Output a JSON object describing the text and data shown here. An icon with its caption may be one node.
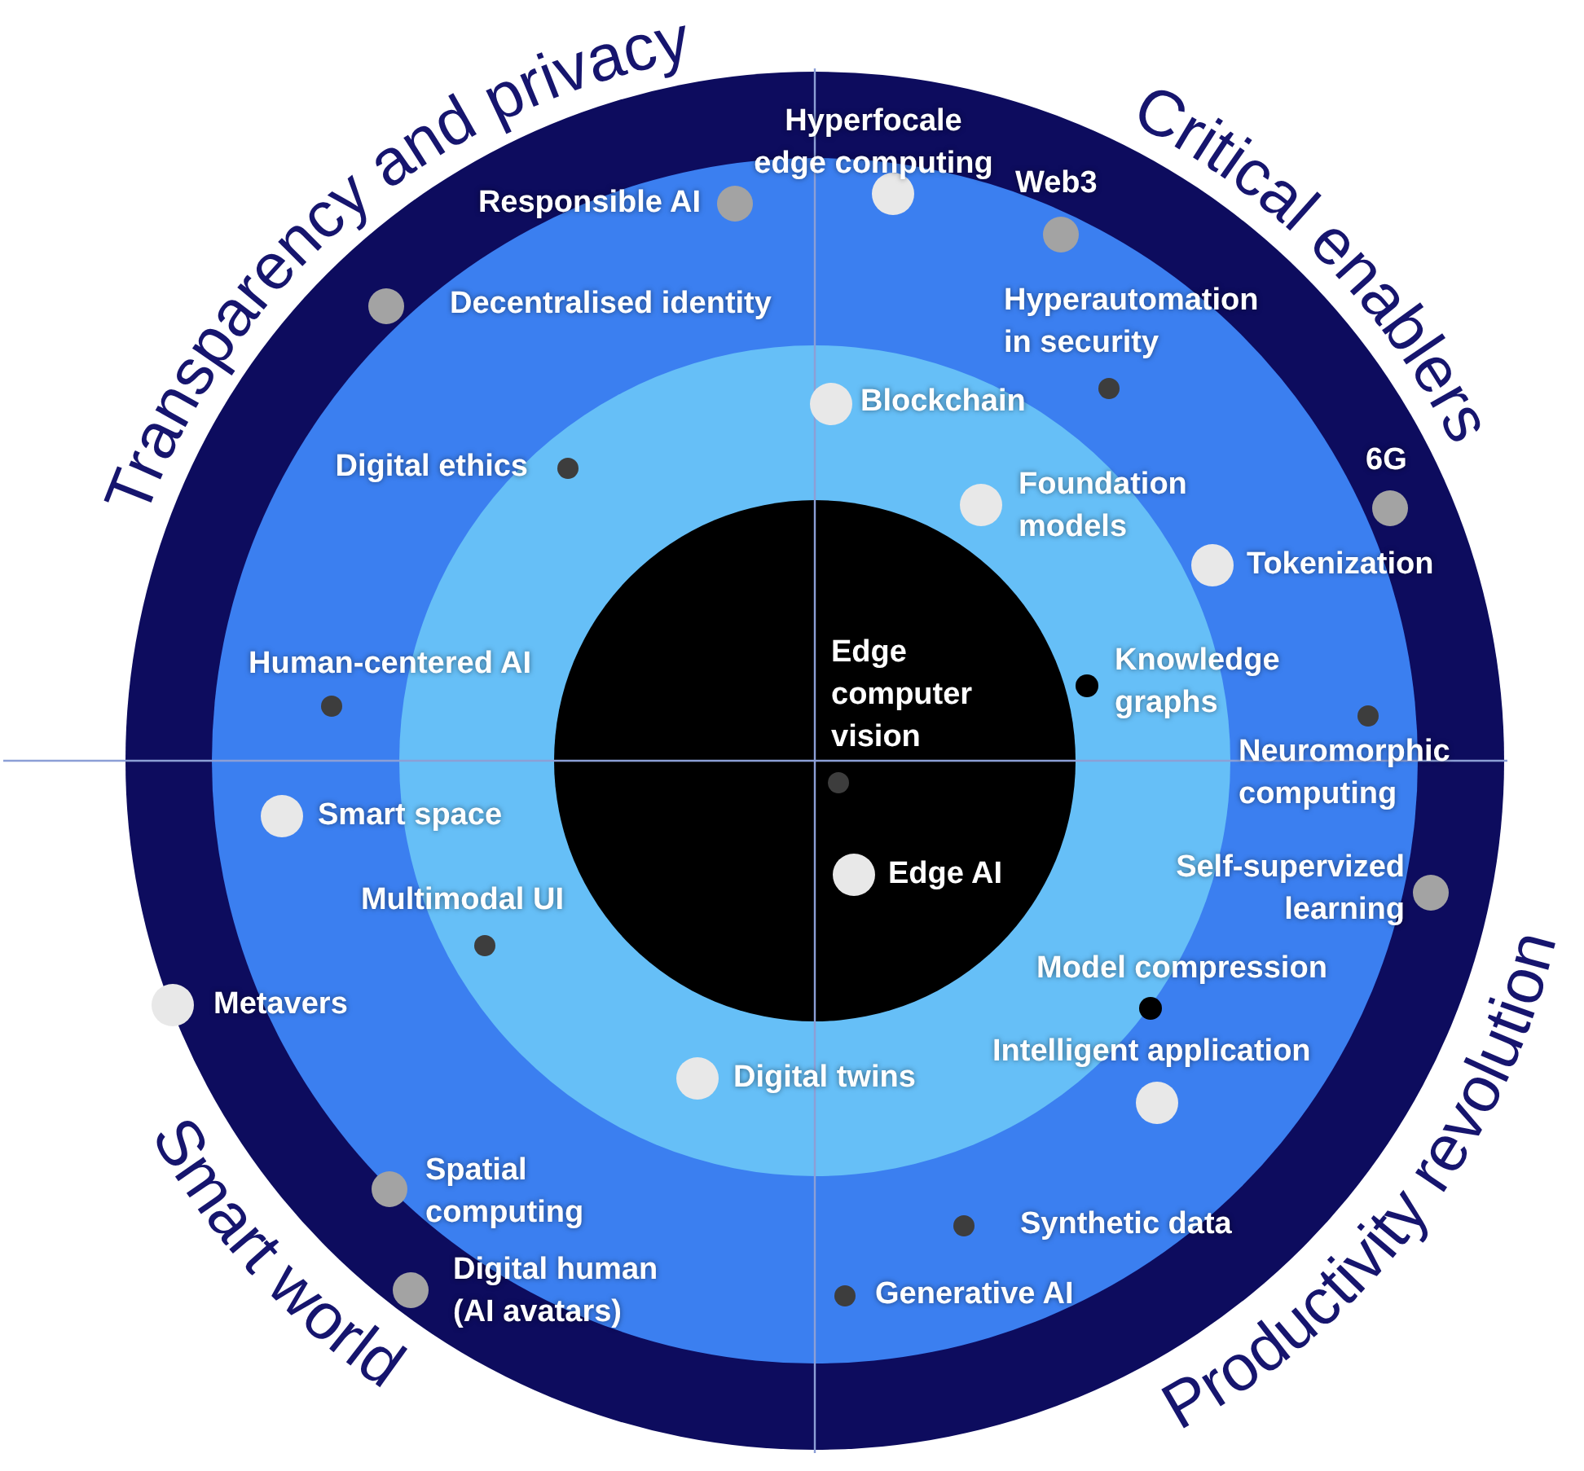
{
  "diagram": {
    "nodes": [
      {
        "text": [],
        "shape": "circle",
        "beside": [
          "Hyperfocale edge computing"
        ]
      },
      {
        "text": [],
        "shape": "circle",
        "beside": [
          "Responsible AI"
        ]
      },
      {
        "text": [],
        "shape": "circle",
        "beside": [
          "Web3"
        ]
      },
      {
        "text": [],
        "shape": "circle",
        "beside": [
          "Decentralised identity"
        ]
      },
      {
        "text": [],
        "shape": "circle",
        "beside": [
          "Hyperautomation in security"
        ]
      },
      {
        "text": [],
        "shape": "circle",
        "beside": [
          "Blockchain"
        ]
      },
      {
        "text": [],
        "shape": "circle",
        "beside": [
          "Digital ethics"
        ]
      },
      {
        "text": [],
        "shape": "circle",
        "beside": [
          "6G"
        ]
      },
      {
        "text": [],
        "shape": "circle",
        "beside": [
          "Foundation models"
        ]
      },
      {
        "text": [],
        "shape": "circle",
        "beside": [
          "Tokenization"
        ]
      },
      {
        "text": [],
        "shape": "circle",
        "beside": [
          "Edge computer vision"
        ]
      },
      {
        "text": [],
        "shape": "circle",
        "beside": [
          "Knowledge graphs"
        ]
      },
      {
        "text": [],
        "shape": "circle",
        "beside": [
          "Human-centered AI"
        ]
      },
      {
        "text": [],
        "shape": "circle",
        "beside": [
          "Neuromorphic computing"
        ]
      },
      {
        "text": [],
        "shape": "circle",
        "beside": [
          "Smart space"
        ]
      },
      {
        "text": [],
        "shape": "circle",
        "beside": [
          "Edge AI"
        ]
      },
      {
        "text": [],
        "shape": "circle",
        "beside": [
          "Self-supervized learning"
        ]
      },
      {
        "text": [],
        "shape": "circle",
        "beside": [
          "Multimodal UI"
        ]
      },
      {
        "text": [],
        "shape": "circle",
        "beside": [
          "Metavers"
        ]
      },
      {
        "text": [],
        "shape": "circle",
        "beside": [
          "Model compression"
        ]
      },
      {
        "text": [],
        "shape": "circle",
        "beside": [
          "Intelligent application"
        ]
      },
      {
        "text": [],
        "shape": "circle",
        "beside": [
          "Digital twins"
        ]
      },
      {
        "text": [],
        "shape": "circle",
        "beside": [
          "Spatial computing"
        ]
      },
      {
        "text": [],
        "shape": "circle",
        "beside": [
          "Synthetic data"
        ]
      },
      {
        "text": [],
        "shape": "circle",
        "beside": [
          "Digital human (AI avatars)"
        ]
      },
      {
        "text": [],
        "shape": "circle",
        "beside": [
          "Generative AI"
        ]
      }
    ],
    "labels": [
      "Transparency and privacy",
      "Critical enablers",
      "Smart world",
      "Productivity revolution"
    ]
  }
}
